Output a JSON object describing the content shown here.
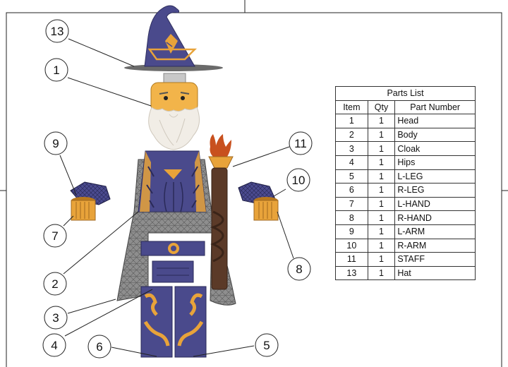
{
  "callouts": [
    {
      "id": "13"
    },
    {
      "id": "1"
    },
    {
      "id": "9"
    },
    {
      "id": "11"
    },
    {
      "id": "10"
    },
    {
      "id": "7"
    },
    {
      "id": "2"
    },
    {
      "id": "8"
    },
    {
      "id": "3"
    },
    {
      "id": "4"
    },
    {
      "id": "6"
    },
    {
      "id": "5"
    }
  ],
  "parts_list": {
    "title": "Parts List",
    "headers": [
      "Item",
      "Qty",
      "Part Number"
    ],
    "rows": [
      {
        "item": "1",
        "qty": "1",
        "part": "Head"
      },
      {
        "item": "2",
        "qty": "1",
        "part": "Body"
      },
      {
        "item": "3",
        "qty": "1",
        "part": "Cloak"
      },
      {
        "item": "4",
        "qty": "1",
        "part": "Hips"
      },
      {
        "item": "5",
        "qty": "1",
        "part": "L-LEG"
      },
      {
        "item": "6",
        "qty": "1",
        "part": "R-LEG"
      },
      {
        "item": "7",
        "qty": "1",
        "part": "L-HAND"
      },
      {
        "item": "8",
        "qty": "1",
        "part": "R-HAND"
      },
      {
        "item": "9",
        "qty": "1",
        "part": "L-ARM"
      },
      {
        "item": "10",
        "qty": "1",
        "part": "R-ARM"
      },
      {
        "item": "11",
        "qty": "1",
        "part": "STAFF"
      },
      {
        "item": "13",
        "qty": "1",
        "part": "Hat"
      }
    ]
  },
  "colors": {
    "robe_blue": "#4a4a8c",
    "gold": "#e8a33a",
    "cloak_grey": "#8d8d8d",
    "skin": "#f2b44a",
    "beard": "#f1ede6",
    "staff_brown": "#5b3a28",
    "flame": "#c8501e"
  }
}
